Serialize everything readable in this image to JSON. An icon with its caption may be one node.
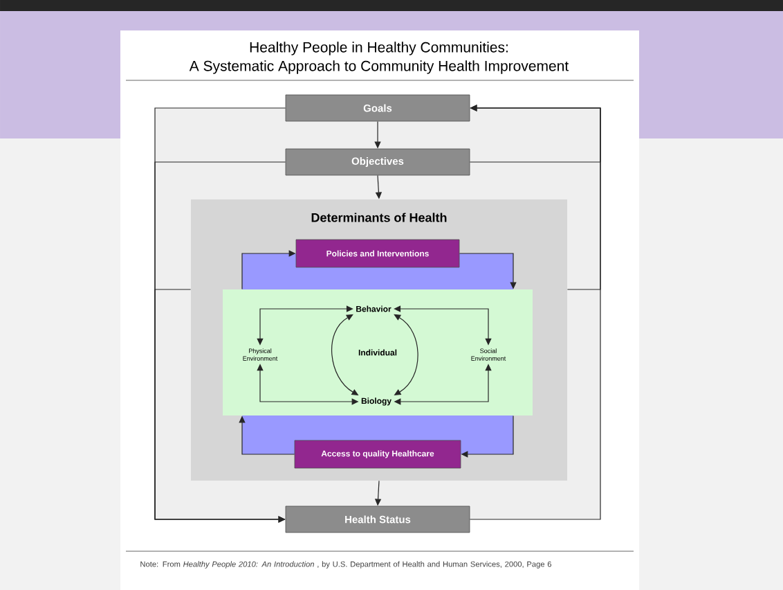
{
  "diagram": {
    "title": "Healthy People in Healthy Communities:",
    "caption": "Note: From *Healthy People 2010: An Introduction* , by U.S. Department of Health and Human Services, 2000, Page 6",
    "labels": [
      "A Systematic Approach to Community Health Improvement"
    ],
    "nodes": [
      {
        "text": [
          "Goals"
        ]
      },
      {
        "text": [
          "Objectives"
        ]
      },
      {
        "text": [
          "Determinants of Health"
        ]
      },
      {
        "text": [
          "Policies and Interventions"
        ],
        "in": 2
      },
      {
        "text": [
          "Individual"
        ],
        "in": 2
      },
      {
        "text": [
          "Behavior"
        ],
        "in": 4
      },
      {
        "text": [
          "Physical Environment"
        ],
        "in": 4
      },
      {
        "text": [
          "Social Environment"
        ],
        "in": 4
      },
      {
        "text": [
          "Biology"
        ],
        "in": 4
      },
      {
        "text": [
          "Access to quality Healthcare"
        ],
        "in": 2
      },
      {
        "text": [
          "Health Status"
        ]
      }
    ],
    "edges": [
      {
        "from": 0,
        "to": 1,
        "arrow": "to"
      },
      {
        "from": 1,
        "to": 2,
        "arrow": "to"
      },
      {
        "from": 2,
        "to": 10,
        "arrow": "to"
      },
      {
        "from": 0,
        "to": 10,
        "arrow": "to"
      },
      {
        "from": 10,
        "to": 0,
        "arrow": "to"
      },
      {
        "from": 1,
        "to": 10,
        "arrow": "to"
      },
      {
        "from": 2,
        "to": 10,
        "arrow": "to"
      },
      {
        "from": 1,
        "to": 0,
        "arrow": "to"
      },
      {
        "from": 2,
        "to": 0,
        "arrow": "to"
      },
      {
        "from": 4,
        "to": 3,
        "arrow": "to"
      },
      {
        "from": 3,
        "to": 4,
        "arrow": "to"
      },
      {
        "from": 4,
        "to": 9,
        "arrow": "to"
      },
      {
        "from": 9,
        "to": 4,
        "arrow": "to"
      },
      {
        "from": 5,
        "to": 6,
        "arrow": "both"
      },
      {
        "from": 6,
        "to": 8,
        "arrow": "both"
      },
      {
        "from": 5,
        "to": 7,
        "arrow": "both"
      },
      {
        "from": 7,
        "to": 8,
        "arrow": "both"
      },
      {
        "from": 5,
        "to": 8,
        "arrow": "both"
      },
      {
        "from": 5,
        "to": 8,
        "arrow": "both"
      }
    ]
  }
}
